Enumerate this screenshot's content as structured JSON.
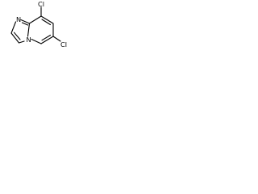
{
  "molecule": {
    "atoms": {
      "chlorine_top": "Cl",
      "chlorine_right": "Cl",
      "nitrogen_top": "N",
      "nitrogen_bottom": "N"
    },
    "colors": {
      "bond": "#000000",
      "background": "#ffffff",
      "text": "#000000"
    }
  }
}
